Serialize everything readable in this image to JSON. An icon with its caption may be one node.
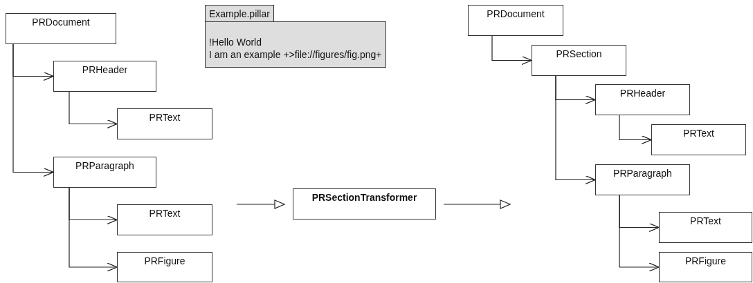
{
  "diagram": {
    "nodes": [
      {
        "text": [
          "PRDocument"
        ]
      },
      {
        "text": [
          "PRHeader"
        ]
      },
      {
        "text": [
          "PRText"
        ]
      },
      {
        "text": [
          "PRParagraph"
        ]
      },
      {
        "text": [
          "PRText"
        ]
      },
      {
        "text": [
          "PRFigure"
        ]
      },
      {
        "text": [
          "Example.pillar",
          "!Hello World",
          "I am an example +>file://figures/fig.png+"
        ]
      },
      {
        "text": [
          "PRSectionTransformer"
        ]
      },
      {
        "text": [
          "PRDocument"
        ]
      },
      {
        "text": [
          "PRSection"
        ]
      },
      {
        "text": [
          "PRHeader"
        ]
      },
      {
        "text": [
          "PRText"
        ]
      },
      {
        "text": [
          "PRParagraph"
        ]
      },
      {
        "text": [
          "PRText"
        ]
      },
      {
        "text": [
          "PRFigure"
        ]
      }
    ],
    "edges": [
      {
        "from": 0,
        "to": 1,
        "arrow": "to"
      },
      {
        "from": 0,
        "to": 3,
        "arrow": "to"
      },
      {
        "from": 1,
        "to": 2,
        "arrow": "to"
      },
      {
        "from": 3,
        "to": 4,
        "arrow": "to"
      },
      {
        "from": 3,
        "to": 5,
        "arrow": "to"
      },
      {
        "from": null,
        "to": 7,
        "arrow": "to"
      },
      {
        "from": 7,
        "to": null,
        "arrow": "to"
      },
      {
        "from": 8,
        "to": 9,
        "arrow": "to"
      },
      {
        "from": 9,
        "to": 10,
        "arrow": "to"
      },
      {
        "from": 9,
        "to": 12,
        "arrow": "to"
      },
      {
        "from": 10,
        "to": 11,
        "arrow": "to"
      },
      {
        "from": 12,
        "to": 13,
        "arrow": "to"
      },
      {
        "from": 12,
        "to": 14,
        "arrow": "to"
      }
    ]
  }
}
